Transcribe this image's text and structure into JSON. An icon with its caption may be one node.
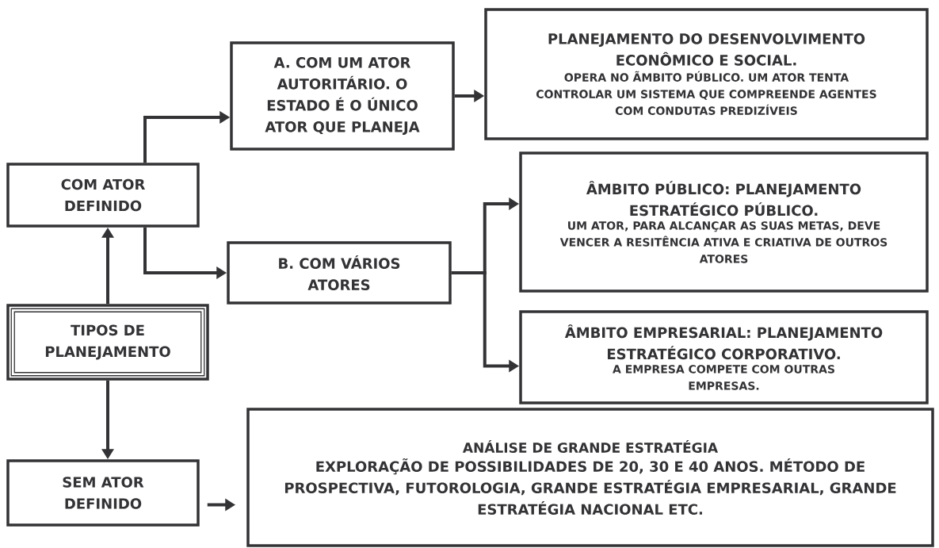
{
  "diagram": {
    "nodes": [
      {
        "text": [
          "TIPOS DE PLANEJAMENTO"
        ]
      },
      {
        "text": [
          "COM ATOR DEFINIDO"
        ]
      },
      {
        "text": [
          "SEM ATOR DEFINIDO"
        ]
      },
      {
        "text": [
          "A. COM UM ATOR AUTORITÁRIO. O ESTADO É O ÚNICO ATOR QUE PLANEJA"
        ]
      },
      {
        "text": [
          "B. COM VÁRIOS ATORES"
        ]
      },
      {
        "text": [
          "PLANEJAMENTO DO DESENVOLVIMENTO ECONÔMICO E SOCIAL.",
          "OPERA NO ÃMBITO PÚBLICO. UM ATOR TENTA CONTROLAR UM SISTEMA QUE COMPREENDE AGENTES COM CONDUTAS PREDIZÍVEIS"
        ]
      },
      {
        "text": [
          "ÂMBITO PÚBLICO: PLANEJAMENTO ESTRATÉGICO PÚBLICO.",
          "UM ATOR, PARA ALCANÇAR AS SUAS METAS, DEVE VENCER A RESITÊNCIA ATIVA E CRIATIVA DE OUTROS ATORES"
        ]
      },
      {
        "text": [
          "ÂMBITO EMPRESARIAL: PLANEJAMENTO ESTRATÉGICO CORPORATIVO.",
          "A EMPRESA COMPETE COM OUTRAS EMPRESAS."
        ]
      },
      {
        "text": [
          "ANÁLISE DE GRANDE ESTRATÉGIA",
          "EXPLORAÇÃO DE POSSIBILIDADES DE 20, 30 E 40 ANOS. MÉTODO DE PROSPECTIVA, FUTOROLOGIA, GRANDE ESTRATÉGIA EMPRESARIAL, GRANDE ESTRATÉGIA NACIONAL ETC."
        ]
      }
    ],
    "edges": [
      {
        "from": 0,
        "to": 1,
        "arrow": "to"
      },
      {
        "from": 0,
        "to": 2,
        "arrow": "to"
      },
      {
        "from": 1,
        "to": 3,
        "arrow": "to"
      },
      {
        "from": 1,
        "to": 4,
        "arrow": "to"
      },
      {
        "from": 3,
        "to": 5,
        "arrow": "to"
      },
      {
        "from": 4,
        "to": 6,
        "arrow": "to"
      },
      {
        "from": 4,
        "to": 7,
        "arrow": "to"
      },
      {
        "from": 2,
        "to": 8,
        "arrow": "to"
      }
    ]
  }
}
